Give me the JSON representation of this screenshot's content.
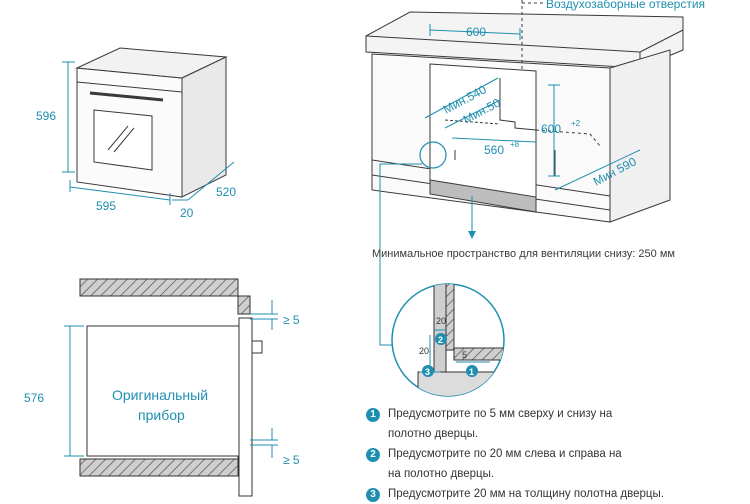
{
  "header": {
    "air_vents": "Воздухозаборные отверстия"
  },
  "oven_dims": {
    "height": "596",
    "width": "595",
    "depth": "520",
    "door": "20"
  },
  "cabinet_dims": {
    "top_width": "600",
    "min540": "Мин.540",
    "min50": "Мин.50",
    "height": "600",
    "height_tol": "+2",
    "inner_width": "560",
    "inner_width_tol": "+8",
    "min590": "Мин 590"
  },
  "ventilation_note": "Минимальное пространство для вентиляции снизу: 250 мм",
  "side_view": {
    "label_line1": "Оригинальный",
    "label_line2": "прибор",
    "height": "576",
    "gap_top": "≥ 5",
    "gap_bottom": "≥ 5"
  },
  "detail": {
    "v20_top": "20",
    "v20_left": "20",
    "v5": "5",
    "badge2": "2",
    "badge1": "1",
    "badge3": "3"
  },
  "notes": [
    {
      "num": "1",
      "text_line1": "Предусмотрите по 5 мм сверху и снизу на",
      "text_line2": "полотно дверцы."
    },
    {
      "num": "2",
      "text_line1": "Предусмотрите по 20 мм слева и справа на",
      "text_line2": "на полотно дверцы."
    },
    {
      "num": "3",
      "text_line1": "Предусмотрите 20 мм на толщину полотна дверцы.",
      "text_line2": ""
    }
  ],
  "colors": {
    "accent": "#1f8fb0",
    "line": "#3a3a3a",
    "hatch": "#6d6d6d"
  }
}
